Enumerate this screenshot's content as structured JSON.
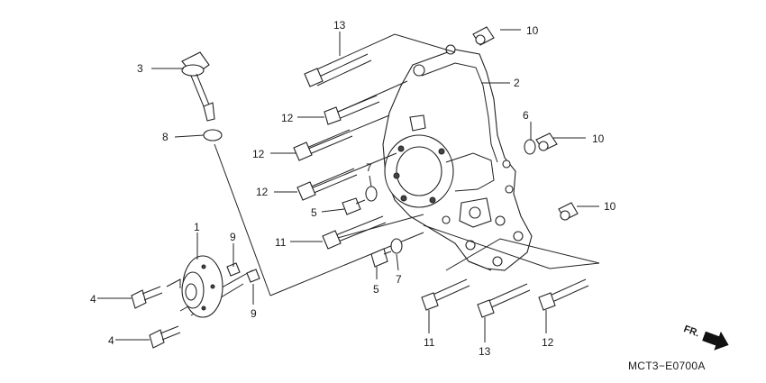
{
  "diagram": {
    "code": "MCT3−E0700A",
    "direction": "FR.",
    "callouts": {
      "c1": "1",
      "c2": "2",
      "c3": "3",
      "c4a": "4",
      "c4b": "4",
      "c5a": "5",
      "c5b": "5",
      "c6": "6",
      "c7a": "7",
      "c7b": "7",
      "c8": "8",
      "c9a": "9",
      "c9b": "9",
      "c10a": "10",
      "c10b": "10",
      "c10c": "10",
      "c11a": "11",
      "c11b": "11",
      "c12a": "12",
      "c12b": "12",
      "c12c": "12",
      "c12d": "12",
      "c13a": "13",
      "c13b": "13"
    }
  }
}
